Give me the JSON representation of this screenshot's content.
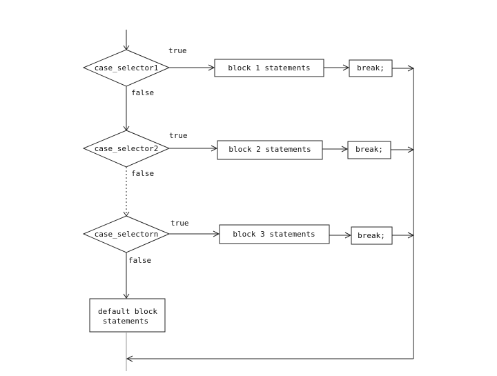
{
  "diagram": {
    "decisions": [
      {
        "condition": "case_selector1",
        "true_label": "true",
        "false_label": "false"
      },
      {
        "condition": "case_selector2",
        "true_label": "true",
        "false_label": "false"
      },
      {
        "condition": "case_selectorn",
        "true_label": "true",
        "false_label": "false"
      }
    ],
    "blocks": [
      {
        "label": "block 1 statements",
        "break_label": "break;"
      },
      {
        "label": "block 2 statements",
        "break_label": "break;"
      },
      {
        "label": "block 3 statements",
        "break_label": "break;"
      }
    ],
    "default_block": {
      "line1": "default block",
      "line2": "statements"
    }
  }
}
